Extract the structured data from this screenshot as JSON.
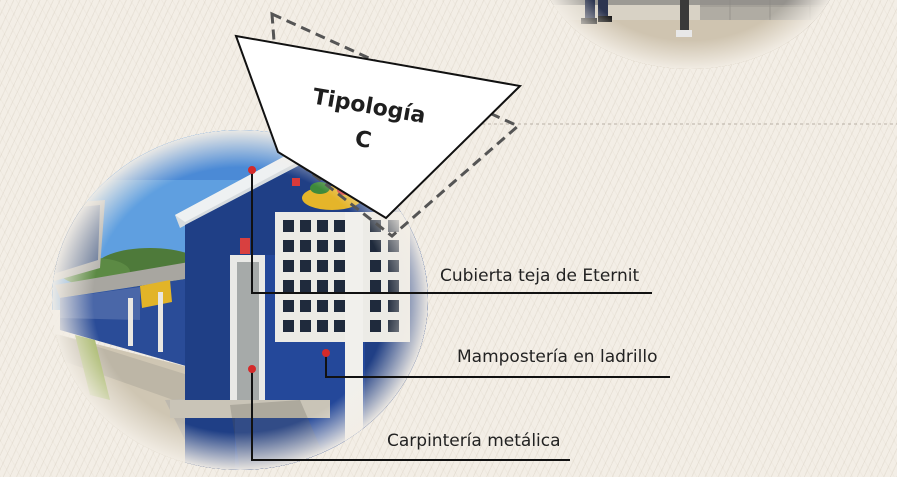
{
  "slide": {
    "title_line1": "Tipología",
    "title_line2": "C",
    "callouts": [
      {
        "text": "Cubierta teja de Eternit"
      },
      {
        "text": "Mampostería en ladrillo"
      },
      {
        "text": "Carpintería metálica"
      }
    ]
  },
  "colors": {
    "background": "#f3eee6",
    "marker": "#d42a2a",
    "leader_line": "#111111",
    "wall_blue": "#1f3f86",
    "sky_blue": "#5f9fe0"
  },
  "icons": {
    "photo_main": "school-building-photo",
    "photo_top": "schoolyard-photo"
  }
}
